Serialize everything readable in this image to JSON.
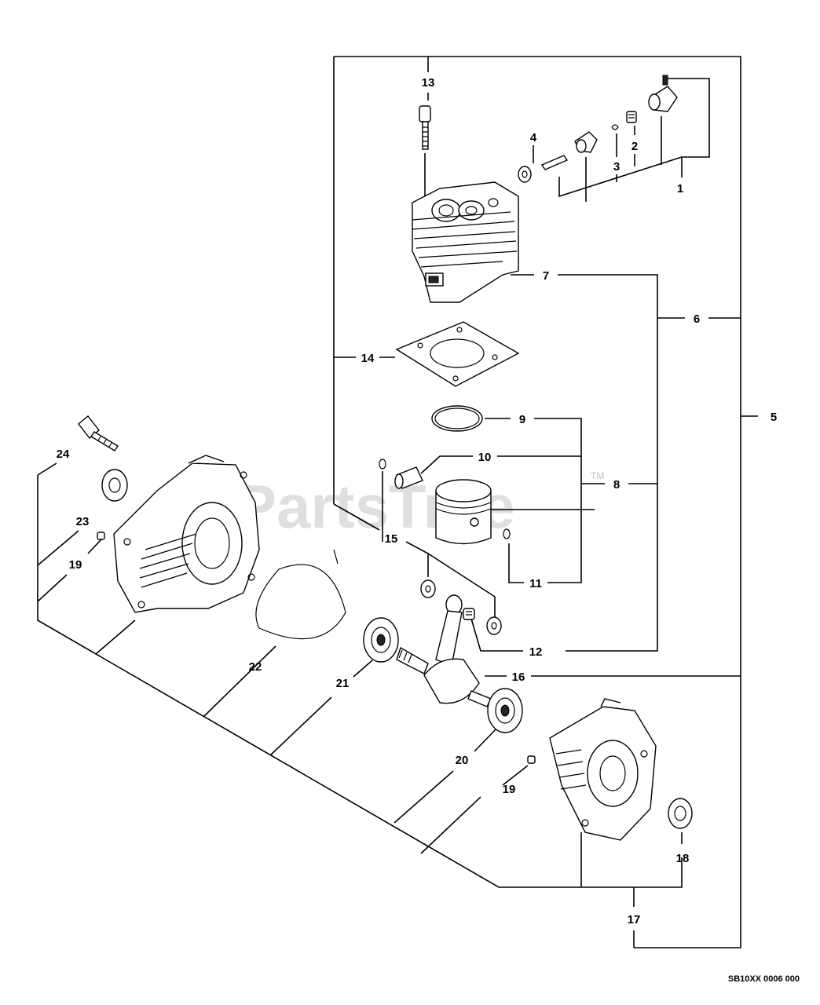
{
  "callouts": [
    "1",
    "2",
    "3",
    "4",
    "5",
    "6",
    "7",
    "8",
    "9",
    "10",
    "11",
    "12",
    "13",
    "14",
    "15",
    "16",
    "17",
    "18",
    "19",
    "19",
    "20",
    "21",
    "22",
    "23",
    "24"
  ],
  "watermark": {
    "text": "PartsTree",
    "tm": "TM"
  },
  "reference_code": "SB10XX 0006 000"
}
